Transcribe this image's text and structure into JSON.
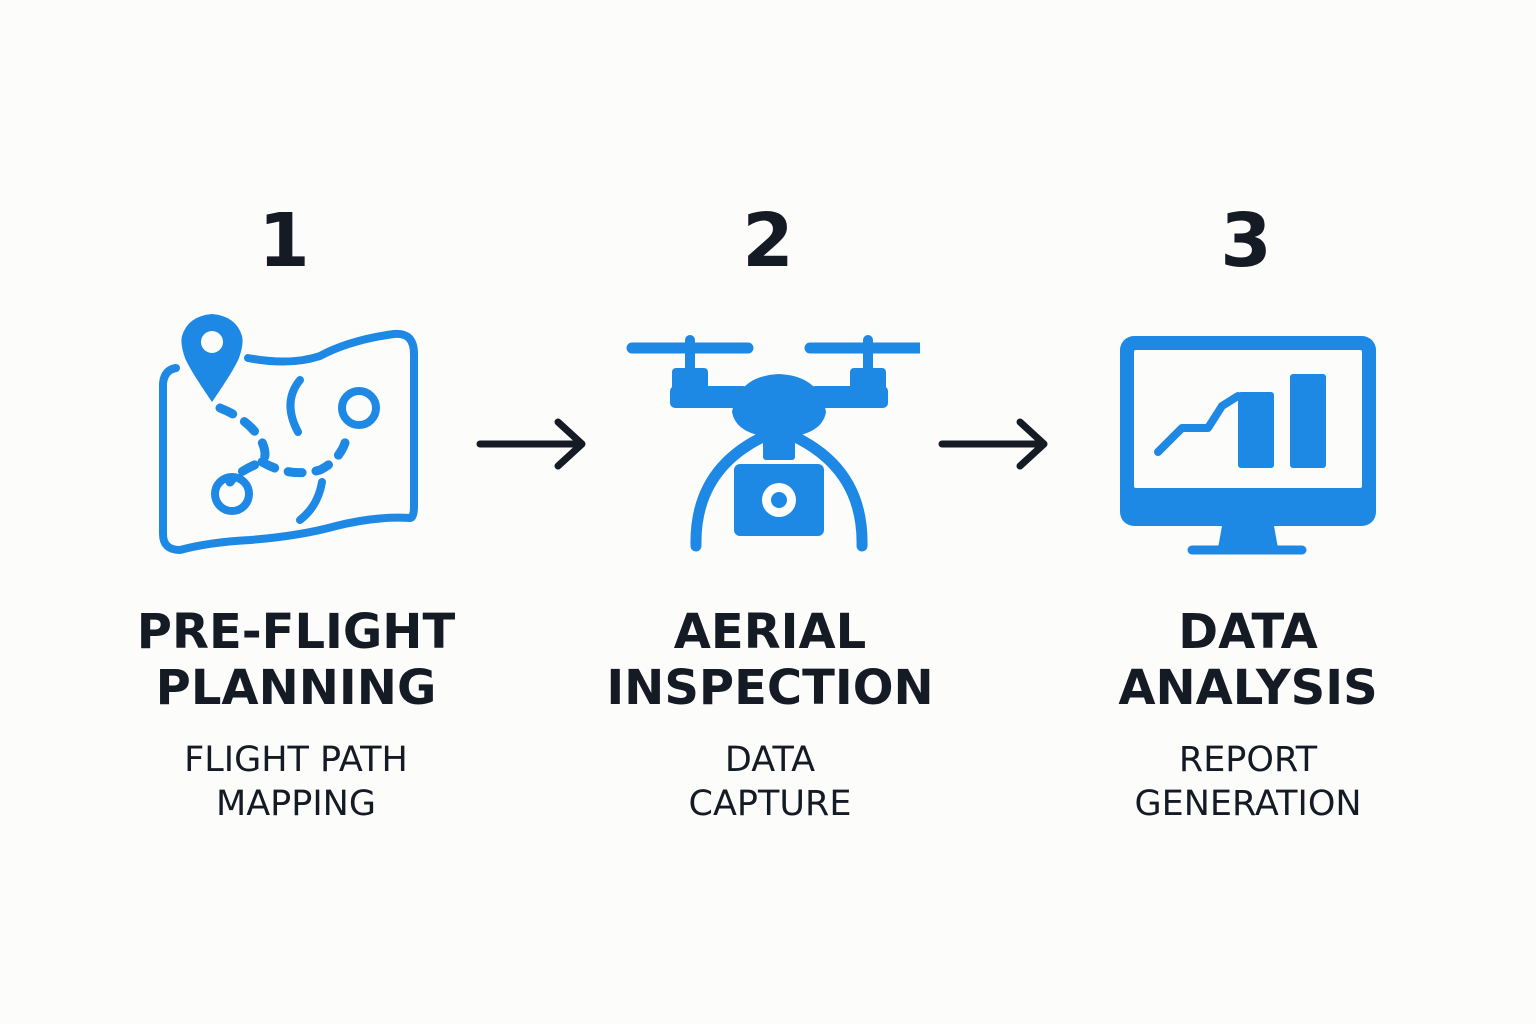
{
  "colors": {
    "accent": "#1e88e5",
    "text": "#151b24",
    "background": "#fcfcfb"
  },
  "steps": [
    {
      "number": "1",
      "title_line1": "PRE-FLIGHT",
      "title_line2": "PLANNING",
      "sub_line1": "FLIGHT PATH",
      "sub_line2": "MAPPING",
      "icon": "map-route-icon"
    },
    {
      "number": "2",
      "title_line1": "AERIAL",
      "title_line2": "INSPECTION",
      "sub_line1": "DATA",
      "sub_line2": "CAPTURE",
      "icon": "drone-camera-icon"
    },
    {
      "number": "3",
      "title_line1": "DATA",
      "title_line2": "ANALYSIS",
      "sub_line1": "REPORT",
      "sub_line2": "GENERATION",
      "icon": "monitor-chart-icon"
    }
  ],
  "connectors": [
    {
      "icon": "arrow-right-icon"
    },
    {
      "icon": "arrow-right-icon"
    }
  ]
}
